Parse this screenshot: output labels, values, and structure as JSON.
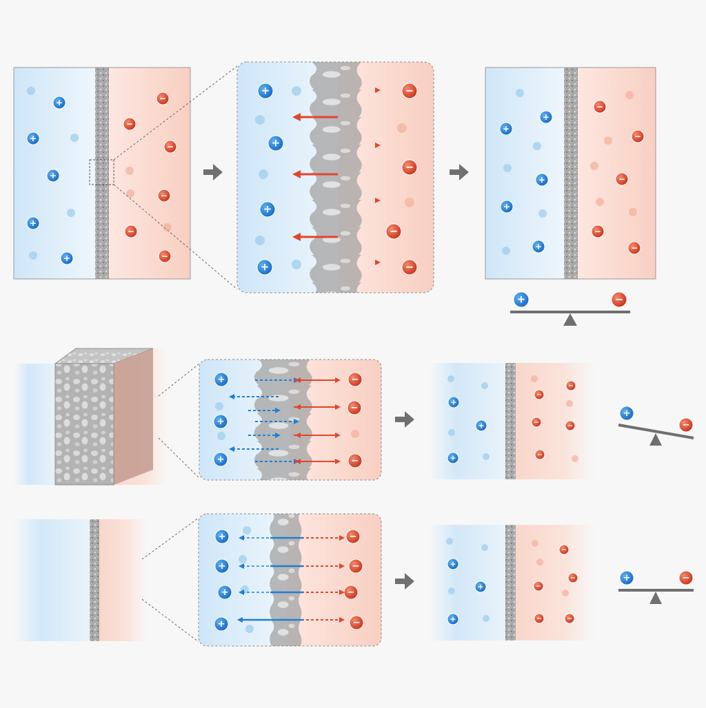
{
  "symbols": {
    "cation": "+",
    "anion": "−"
  },
  "colors": {
    "cation": "#1e7fd6",
    "cation_faint": "#9fcdee",
    "anion": "#e2452b",
    "anion_faint": "#f4b1a0",
    "membrane": "#a9a9a9",
    "arrow_gray": "#6f6f6f",
    "background": "#f7f7f8"
  },
  "icons": {
    "step_arrow": "right-arrow-icon",
    "balance": "seesaw-balance-icon",
    "zoom_lines": "dashed-zoom-lines"
  },
  "rows": [
    {
      "id": "row-1",
      "balance_state": "level"
    },
    {
      "id": "row-2",
      "balance_state": "tilted"
    },
    {
      "id": "row-3",
      "balance_state": "level"
    }
  ]
}
